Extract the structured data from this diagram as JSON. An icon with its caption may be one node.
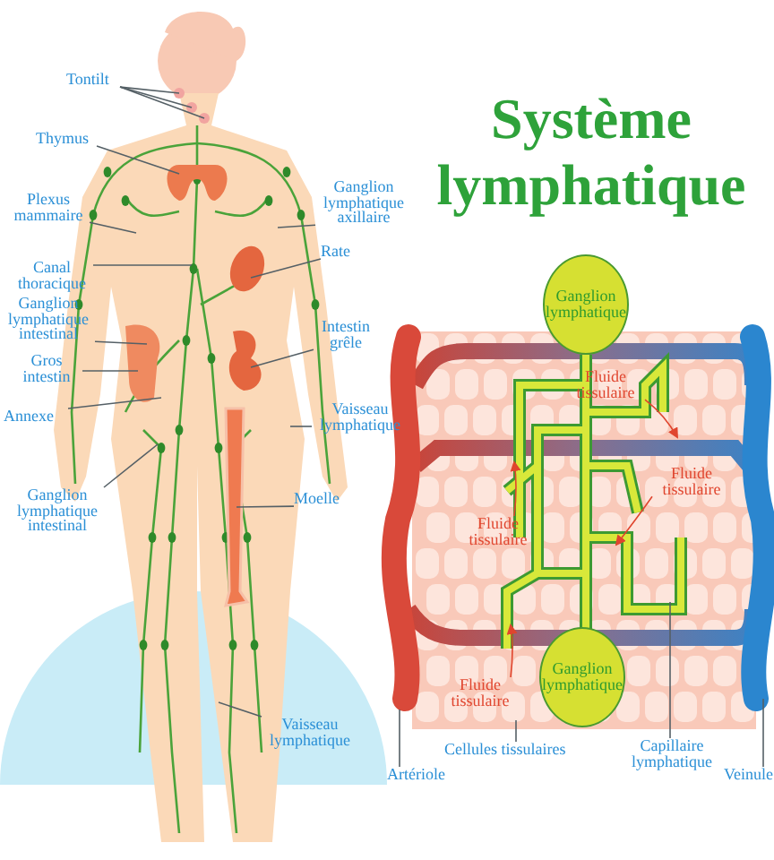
{
  "diagram": {
    "title": "Système lymphatique",
    "nodes": [
      {
        "text": [
          "Tontilt"
        ]
      },
      {
        "text": [
          "Thymus"
        ]
      },
      {
        "text": [
          "Plexus mammaire"
        ]
      },
      {
        "text": [
          "Canal thoracique"
        ]
      },
      {
        "text": [
          "Ganglion lymphatique intestinal"
        ]
      },
      {
        "text": [
          "Gros intestin"
        ]
      },
      {
        "text": [
          "Annexe"
        ]
      },
      {
        "text": [
          "Ganglion lymphatique intestinal"
        ]
      },
      {
        "text": [
          "Ganglion lymphatique axillaire"
        ]
      },
      {
        "text": [
          "Rate"
        ]
      },
      {
        "text": [
          "Intestin grêle"
        ]
      },
      {
        "text": [
          "Vaisseau lymphatique"
        ]
      },
      {
        "text": [
          "Moelle"
        ]
      },
      {
        "text": [
          "Vaisseau lymphatique"
        ]
      },
      {
        "text": [
          "Ganglion lymphatique"
        ]
      },
      {
        "text": [
          "Ganglion lymphatique"
        ]
      },
      {
        "text": [
          "Fluide tissulaire"
        ]
      },
      {
        "text": [
          "Fluide tissulaire"
        ]
      },
      {
        "text": [
          "Fluide tissulaire"
        ]
      },
      {
        "text": [
          "Fluide tissulaire"
        ]
      },
      {
        "text": [
          "Cellules tissulaires"
        ]
      },
      {
        "text": [
          "Capillaire lymphatique"
        ]
      },
      {
        "text": [
          "Artériole"
        ]
      },
      {
        "text": [
          "Veinule"
        ]
      }
    ],
    "edges": [
      {
        "from": 0,
        "to": null,
        "arrow": "none"
      },
      {
        "from": 0,
        "to": null,
        "arrow": "none"
      },
      {
        "from": 0,
        "to": null,
        "arrow": "none"
      },
      {
        "from": 1,
        "to": null,
        "arrow": "none"
      },
      {
        "from": 2,
        "to": null,
        "arrow": "none"
      },
      {
        "from": 3,
        "to": null,
        "arrow": "none"
      },
      {
        "from": 4,
        "to": null,
        "arrow": "none"
      },
      {
        "from": 5,
        "to": null,
        "arrow": "none"
      },
      {
        "from": 6,
        "to": null,
        "arrow": "none"
      },
      {
        "from": 7,
        "to": null,
        "arrow": "none"
      },
      {
        "from": 8,
        "to": null,
        "arrow": "none"
      },
      {
        "from": 9,
        "to": null,
        "arrow": "none"
      },
      {
        "from": 10,
        "to": null,
        "arrow": "none"
      },
      {
        "from": 11,
        "to": null,
        "arrow": "none"
      },
      {
        "from": 12,
        "to": null,
        "arrow": "none"
      },
      {
        "from": 13,
        "to": null,
        "arrow": "none"
      },
      {
        "from": 16,
        "to": null,
        "arrow": "to",
        "color": "#e0452e"
      },
      {
        "from": 17,
        "to": null,
        "arrow": "to",
        "color": "#e0452e"
      },
      {
        "from": 18,
        "to": null,
        "arrow": "to",
        "color": "#e0452e"
      },
      {
        "from": 19,
        "to": null,
        "arrow": "to",
        "color": "#e0452e"
      },
      {
        "from": 20,
        "to": null,
        "arrow": "none"
      },
      {
        "from": 21,
        "to": null,
        "arrow": "none"
      },
      {
        "from": 22,
        "to": null,
        "arrow": "none"
      },
      {
        "from": 23,
        "to": null,
        "arrow": "none"
      }
    ]
  }
}
